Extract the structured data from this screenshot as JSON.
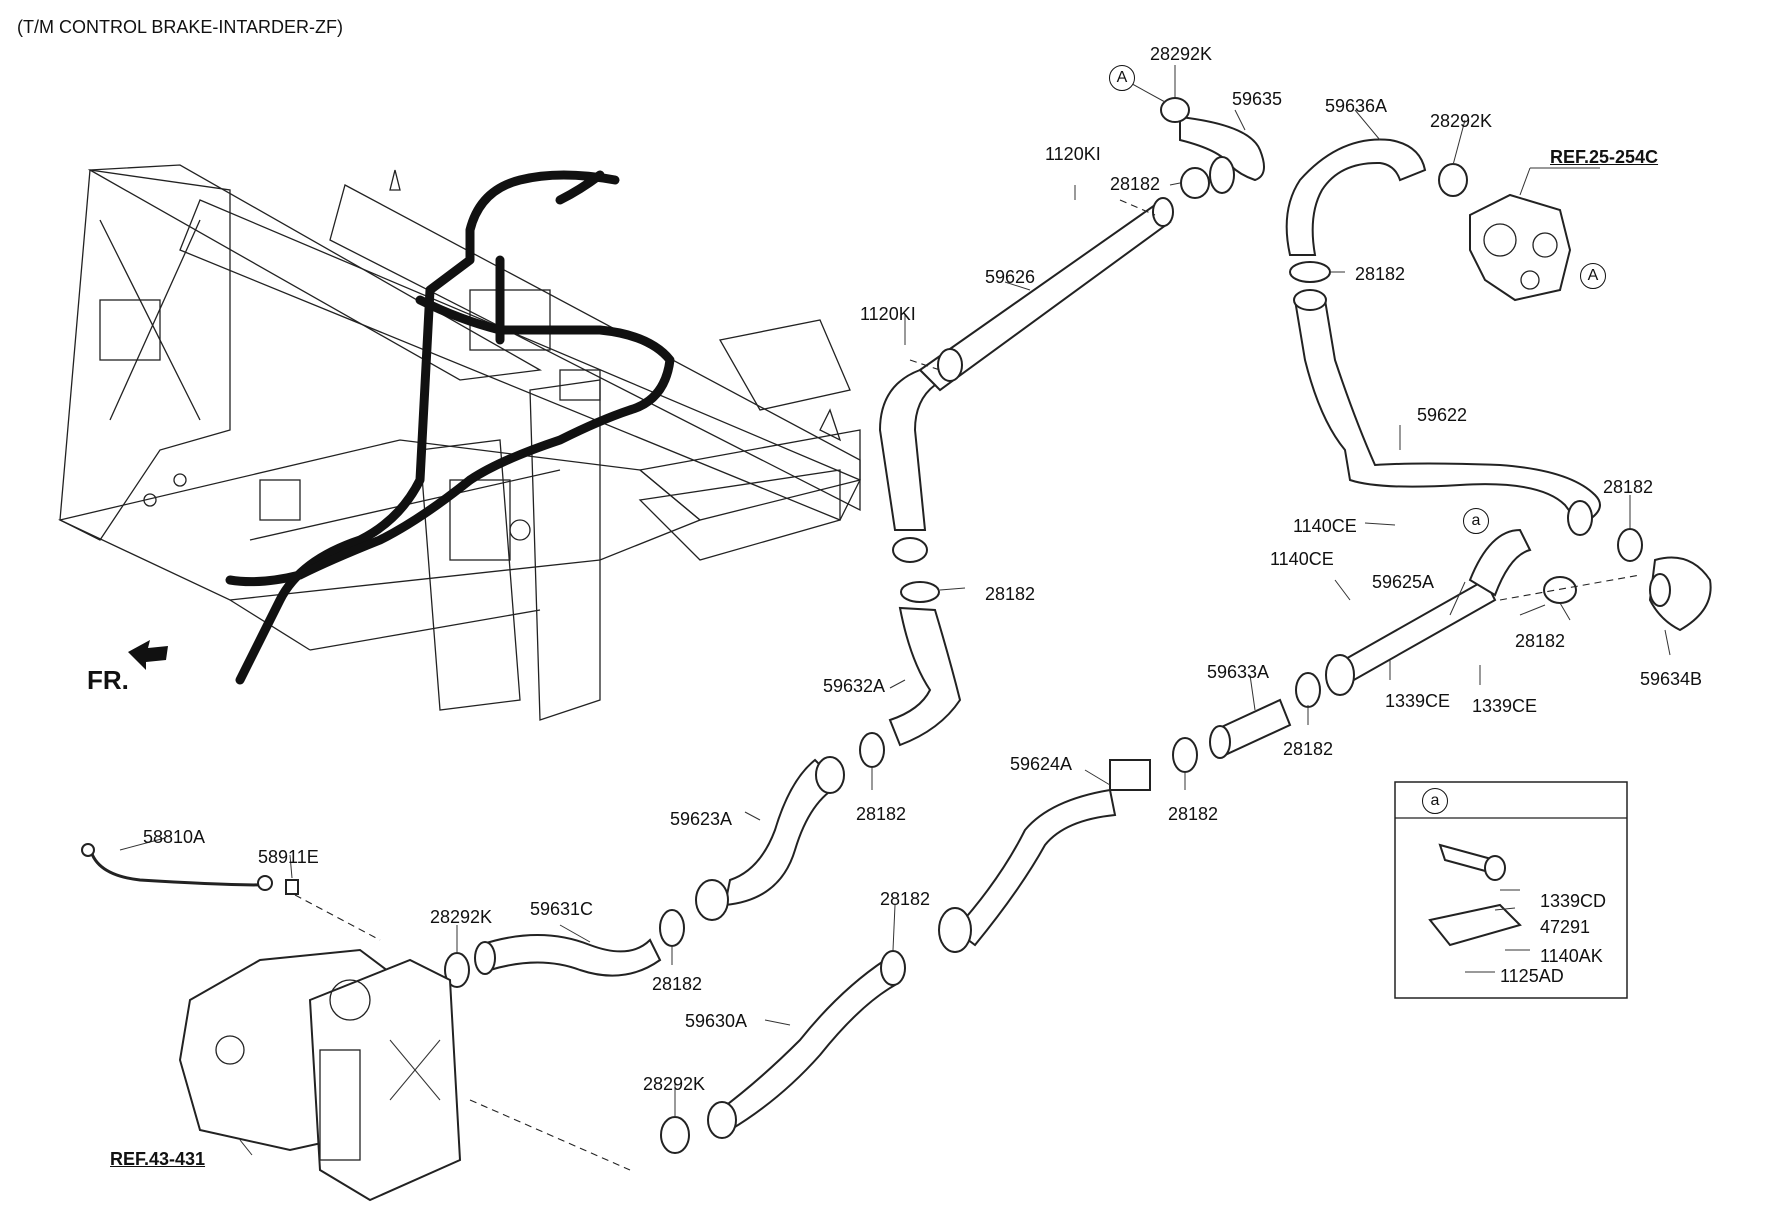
{
  "title": "(T/M CONTROL BRAKE-INTARDER-ZF)",
  "fr_label": "FR.",
  "refs": {
    "ref_25_254c": "REF.25-254C",
    "ref_43_431": "REF.43-431"
  },
  "markers": {
    "A_top": "A",
    "A_pump": "A",
    "a_callout": "a",
    "a_inset": "a"
  },
  "parts": [
    {
      "id": "p-28292k-top",
      "text": "28292K"
    },
    {
      "id": "p-59635",
      "text": "59635"
    },
    {
      "id": "p-59636a",
      "text": "59636A"
    },
    {
      "id": "p-28292k-top-right",
      "text": "28292K"
    },
    {
      "id": "p-1120ki-top",
      "text": "1120KI"
    },
    {
      "id": "p-28182-top",
      "text": "28182"
    },
    {
      "id": "p-59626",
      "text": "59626"
    },
    {
      "id": "p-1120ki-mid",
      "text": "1120KI"
    },
    {
      "id": "p-28182-right-upper",
      "text": "28182"
    },
    {
      "id": "p-59622",
      "text": "59622"
    },
    {
      "id": "p-28182-right-mid",
      "text": "28182"
    },
    {
      "id": "p-1140ce-a",
      "text": "1140CE"
    },
    {
      "id": "p-1140ce-b",
      "text": "1140CE"
    },
    {
      "id": "p-59625a",
      "text": "59625A"
    },
    {
      "id": "p-28182-right-lower",
      "text": "28182"
    },
    {
      "id": "p-59634b",
      "text": "59634B"
    },
    {
      "id": "p-1339ce-a",
      "text": "1339CE"
    },
    {
      "id": "p-1339ce-b",
      "text": "1339CE"
    },
    {
      "id": "p-28182-mid-left",
      "text": "28182"
    },
    {
      "id": "p-59632a",
      "text": "59632A"
    },
    {
      "id": "p-59633a",
      "text": "59633A"
    },
    {
      "id": "p-28182-center",
      "text": "28182"
    },
    {
      "id": "p-59624a",
      "text": "59624A"
    },
    {
      "id": "p-28182-center-low",
      "text": "28182"
    },
    {
      "id": "p-28182-mid-low",
      "text": "28182"
    },
    {
      "id": "p-59623a",
      "text": "59623A"
    },
    {
      "id": "p-58810a",
      "text": "58810A"
    },
    {
      "id": "p-58911e",
      "text": "58911E"
    },
    {
      "id": "p-28292k-left",
      "text": "28292K"
    },
    {
      "id": "p-59631c",
      "text": "59631C"
    },
    {
      "id": "p-28182-lower",
      "text": "28182"
    },
    {
      "id": "p-28182-lower-center",
      "text": "28182"
    },
    {
      "id": "p-59630a",
      "text": "59630A"
    },
    {
      "id": "p-28292k-bottom",
      "text": "28292K"
    },
    {
      "id": "p-1339cd",
      "text": "1339CD"
    },
    {
      "id": "p-47291",
      "text": "47291"
    },
    {
      "id": "p-1140ak",
      "text": "1140AK"
    },
    {
      "id": "p-1125ad",
      "text": "1125AD"
    }
  ]
}
